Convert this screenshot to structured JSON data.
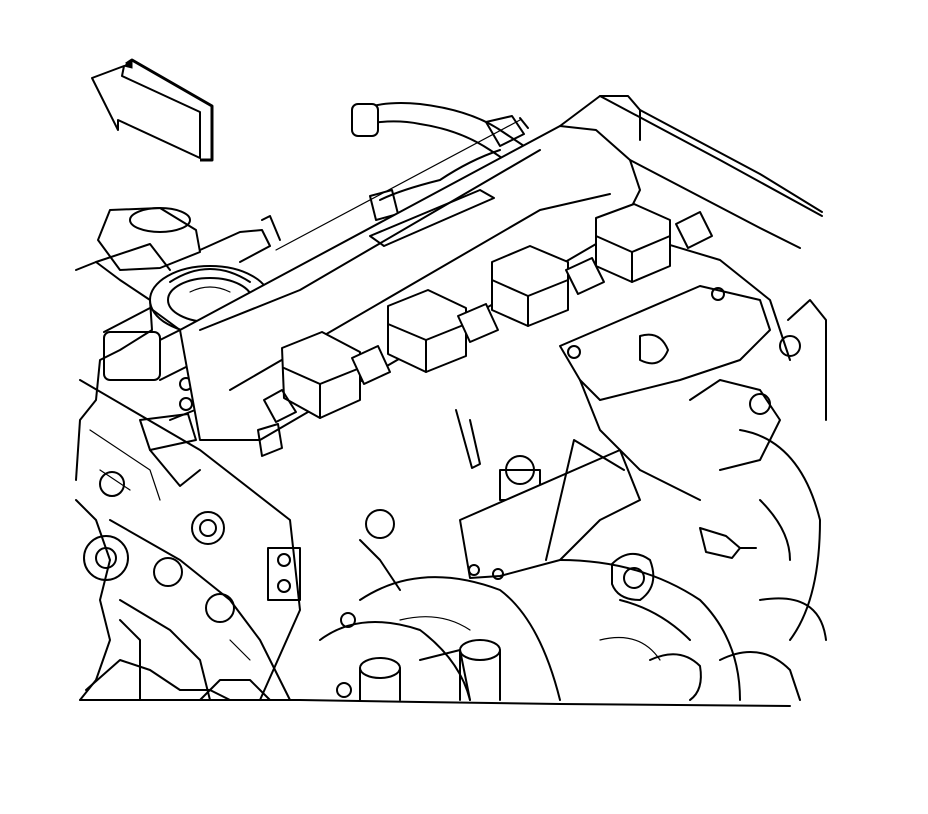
{
  "figure": {
    "kind": "engine-top-view-line-drawing",
    "direction_arrow": "front-of-vehicle-arrow",
    "components": [
      "direction-arrow",
      "valve-cover",
      "oil-filler-cap",
      "ignition-coil-1",
      "ignition-coil-2",
      "ignition-coil-3",
      "ignition-coil-4",
      "coil-connector",
      "vent-hose",
      "mounting-bracket",
      "bracket-bolt",
      "intake-manifold",
      "engine-block",
      "thermostat-housing"
    ]
  }
}
